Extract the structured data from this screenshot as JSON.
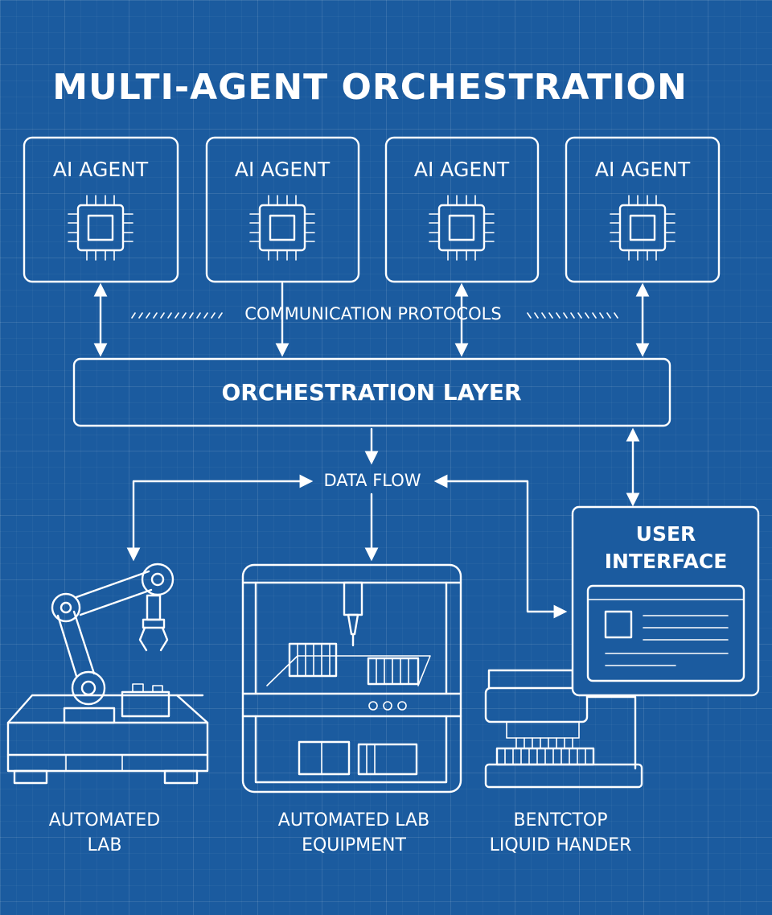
{
  "title": "MULTI-AGENT ORCHESTRATION",
  "agents": [
    {
      "label": "AI AGENT",
      "icon": "cpu-chip-icon"
    },
    {
      "label": "AI AGENT",
      "icon": "cpu-chip-icon"
    },
    {
      "label": "AI AGENT",
      "icon": "cpu-chip-icon"
    },
    {
      "label": "AI AGENT",
      "icon": "cpu-chip-icon"
    }
  ],
  "communication_label": "COMMUNICATION PROTOCOLS",
  "orchestration_label": "ORCHESTRATION LAYER",
  "data_flow_label": "DATA FLOW",
  "user_interface": {
    "line1": "USER",
    "line2": "INTERFACE"
  },
  "devices": [
    {
      "line1": "AUTOMATED",
      "line2": "LAB",
      "icon": "robot-arm-icon"
    },
    {
      "line1": "AUTOMATED LAB",
      "line2": "EQUIPMENT",
      "icon": "lab-equipment-icon"
    },
    {
      "line1": "BENTCTOP",
      "line2": "LIQUID HANDER",
      "icon": "liquid-handler-icon"
    }
  ],
  "colors": {
    "background": "#1b5b9f",
    "line": "#ffffff"
  }
}
